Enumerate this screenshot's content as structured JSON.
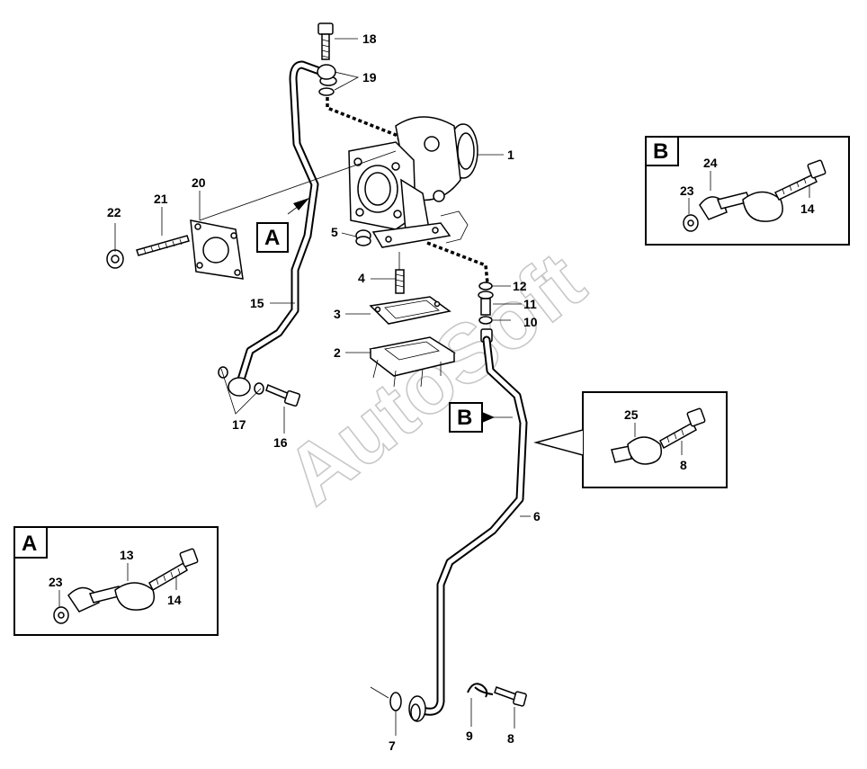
{
  "watermark": "AutoSoft",
  "callouts": {
    "a": "A",
    "b": "B"
  },
  "detail_a": {
    "letter": "A",
    "parts": [
      "13",
      "23",
      "14"
    ]
  },
  "detail_b_top": {
    "letter": "B",
    "parts": [
      "24",
      "23",
      "14"
    ]
  },
  "detail_b_mid": {
    "parts": [
      "25",
      "8"
    ]
  },
  "part_numbers": [
    "1",
    "2",
    "3",
    "4",
    "5",
    "6",
    "7",
    "8",
    "9",
    "10",
    "11",
    "12",
    "15",
    "16",
    "17",
    "18",
    "19",
    "20",
    "21",
    "22"
  ]
}
